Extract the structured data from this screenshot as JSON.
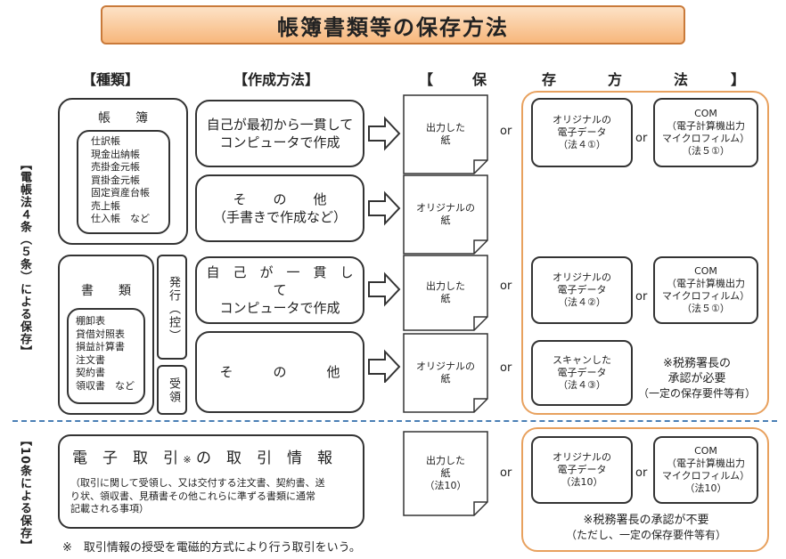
{
  "title": "帳簿書類等の保存方法",
  "headers": {
    "kind": "【種類】",
    "method": "【作成方法】",
    "storage": [
      "【",
      "保",
      "存",
      "方",
      "法",
      "】"
    ]
  },
  "side_labels": {
    "top": "【電帳法４条（５条）による保存】",
    "bottom": "【10条による保存】"
  },
  "books": {
    "title": "帳　　簿",
    "items": [
      "仕訳帳",
      "現金出納帳",
      "売掛金元帳",
      "買掛金元帳",
      "固定資産台帳",
      "売上帳",
      "仕入帳　など"
    ]
  },
  "documents": {
    "title": "書　　類",
    "items": [
      "棚卸表",
      "貸借対照表",
      "損益計算書",
      "注文書",
      "契約書",
      "領収書　など"
    ],
    "issued": "発行（控）",
    "received": "受領"
  },
  "methods": {
    "m1": [
      "自己が最初から一貫して",
      "コンピュータで作成"
    ],
    "m2": [
      "そ　　の　　他",
      "（手書きで作成など）"
    ],
    "m3": [
      "自　己　が　一　貫　し　て",
      "コンピュータで作成"
    ],
    "m4": "そ　　　の　　　他"
  },
  "papers": {
    "p1": [
      "出力した",
      "紙"
    ],
    "p2": [
      "オリジナルの",
      "紙"
    ],
    "p3": [
      "出力した",
      "紙"
    ],
    "p4": [
      "オリジナルの",
      "紙"
    ],
    "p5": [
      "出力した",
      "紙",
      "（法10）"
    ]
  },
  "or_label": "or",
  "options": {
    "o1": [
      "オリジナルの",
      "電子データ",
      "（法４①）"
    ],
    "o2": [
      "COM",
      "（電子計算機出力",
      "マイクロフィルム）",
      "（法５①）"
    ],
    "o3": [
      "オリジナルの",
      "電子データ",
      "（法４②）"
    ],
    "o4": [
      "COM",
      "（電子計算機出力",
      "マイクロフィルム）",
      "（法５①）"
    ],
    "o5": [
      "スキャンした",
      "電子データ",
      "（法４③）"
    ],
    "o6": [
      "オリジナルの",
      "電子データ",
      "（法10）"
    ],
    "o7": [
      "COM",
      "（電子計算機出力",
      "マイクロフィルム）",
      "（法10）"
    ]
  },
  "notes": {
    "approval_required": [
      "※税務署長の",
      "承認が必要",
      "（一定の保存要件等有）"
    ],
    "approval_not_required": [
      "※税務署長の承認が不要",
      "（ただし、一定の保存要件等有）"
    ]
  },
  "ecommerce": {
    "title": "電　子　取　引",
    "mark": "※",
    "title2": "の　取　引　情　報",
    "desc": [
      "（取引に関して受領し、又は交付する注文書、契約書、送",
      "り状、領収書、見積書その他これらに準ずる書類に通常",
      "記載される事項）"
    ]
  },
  "footnote": "※　取引情報の授受を電磁的方式により行う取引をいう。",
  "colors": {
    "title_fill": "#f7b77c",
    "title_border": "#c97a3a",
    "orange": "#e8a15e",
    "divider": "#4a7fb5"
  }
}
